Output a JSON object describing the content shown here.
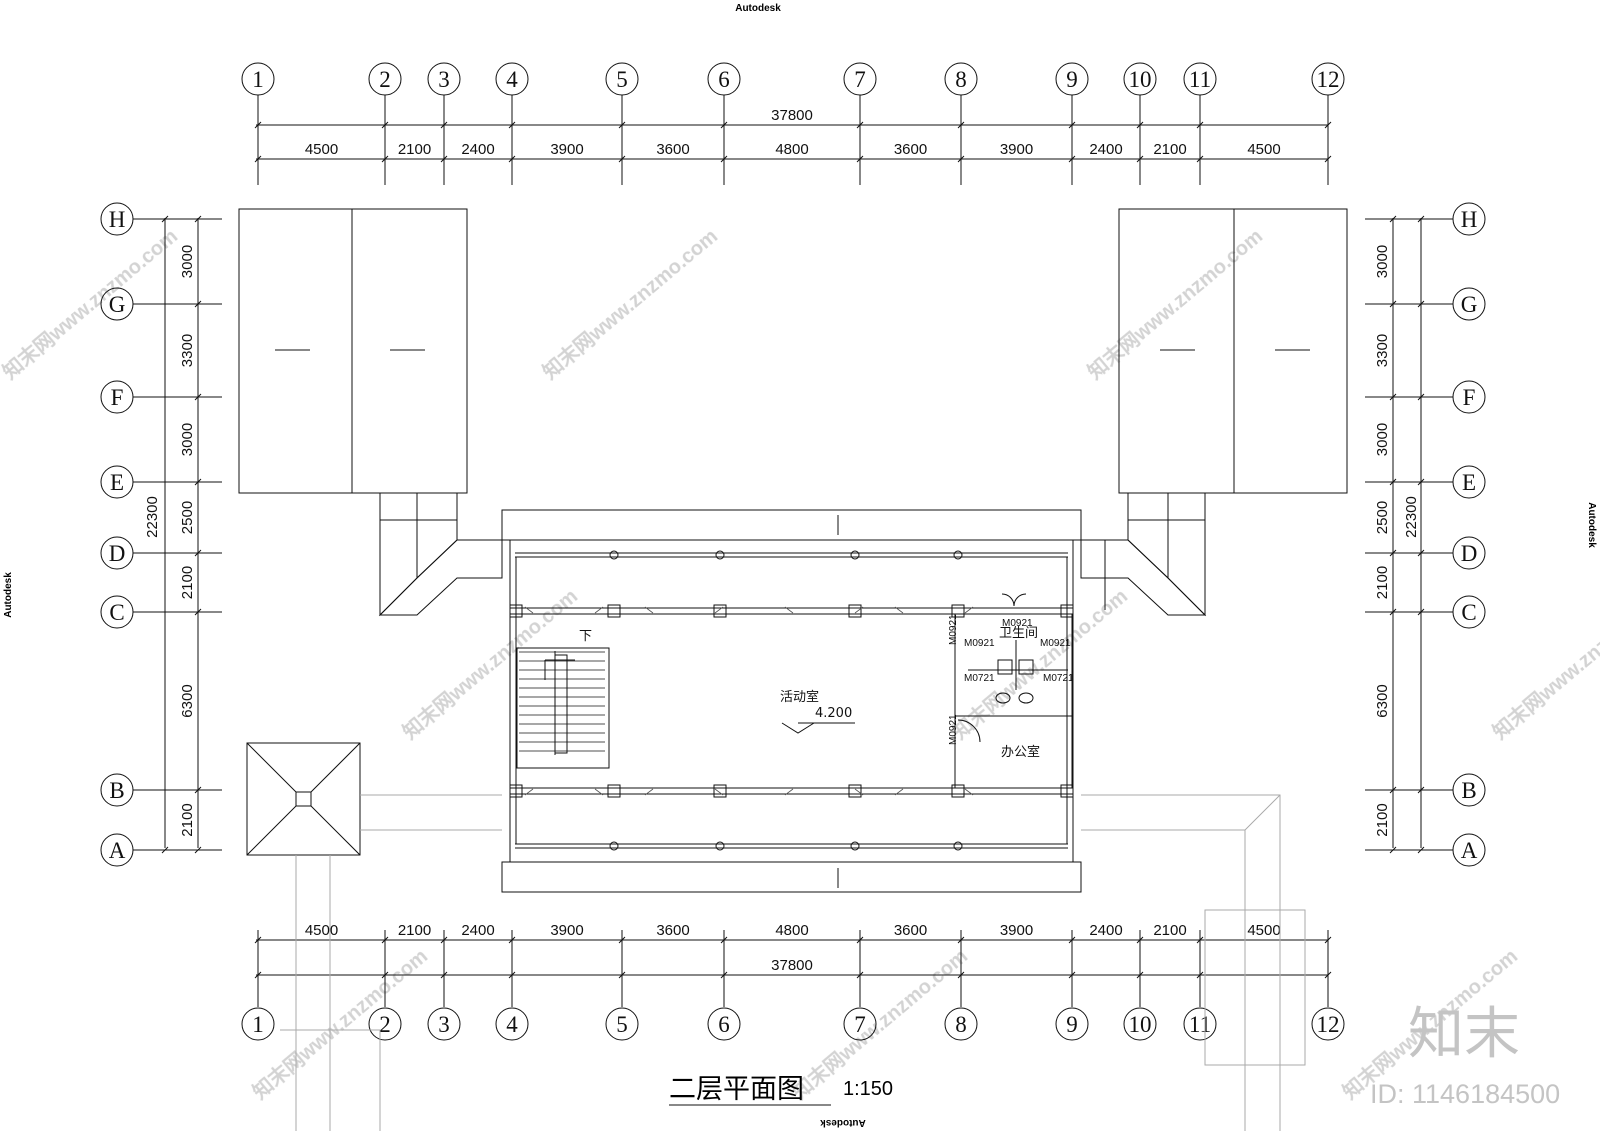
{
  "header_mark": "Autodesk",
  "side_mark_left": "Autodesk",
  "side_mark_right": "Autodesk",
  "bottom_mark": "Autodesk",
  "column_axes": [
    "1",
    "2",
    "3",
    "4",
    "5",
    "6",
    "7",
    "8",
    "9",
    "10",
    "11",
    "12"
  ],
  "row_axes": [
    "A",
    "B",
    "C",
    "D",
    "E",
    "F",
    "G",
    "H"
  ],
  "top_total": "37800",
  "bottom_total": "37800",
  "horizontal_dims": [
    "4500",
    "2100",
    "2400",
    "3900",
    "3600",
    "4800",
    "3600",
    "3900",
    "2400",
    "2100",
    "4500"
  ],
  "vertical_dims": [
    "2100",
    "6300",
    "2100",
    "2500",
    "3000",
    "3300",
    "3000"
  ],
  "vertical_total": "22300",
  "rooms": {
    "activity_room": "活动室",
    "elevation": "4.200",
    "restroom": "卫生间",
    "office": "办公室",
    "stair_down": "下"
  },
  "door_tags": {
    "d1": "M0921",
    "d2": "M0921",
    "d3": "M0921",
    "d4": "M0921",
    "d5": "M0721",
    "d6": "M0721",
    "d7": "M0921"
  },
  "drawing_title": "二层平面图",
  "scale": "1:150",
  "watermark": "知末网www.znzmo.com",
  "brand": "知末",
  "image_id": "ID: 1146184500"
}
